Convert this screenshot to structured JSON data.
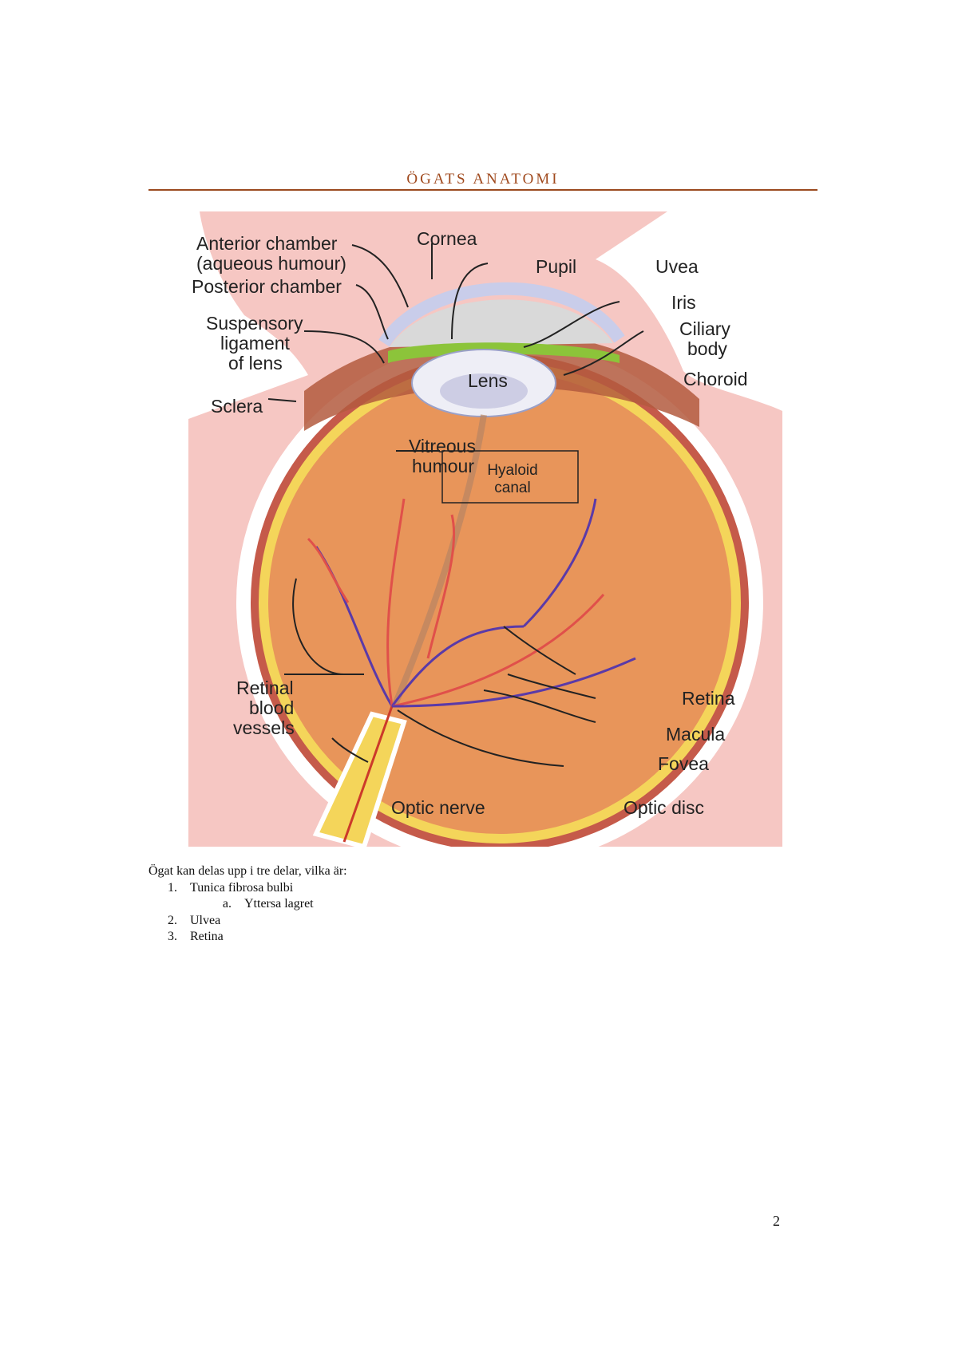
{
  "header": {
    "title": "ÖGATS ANATOMI"
  },
  "figure": {
    "labels": {
      "anterior_chamber_1": "Anterior chamber",
      "anterior_chamber_2": "(aqueous humour)",
      "posterior_chamber": "Posterior chamber",
      "suspensory_1": "Suspensory",
      "suspensory_2": "ligament",
      "suspensory_3": "of lens",
      "sclera": "Sclera",
      "cornea": "Cornea",
      "pupil": "Pupil",
      "uvea": "Uvea",
      "iris": "Iris",
      "ciliary_1": "Ciliary",
      "ciliary_2": "body",
      "choroid": "Choroid",
      "lens": "Lens",
      "vitreous_1": "Vitreous",
      "vitreous_2": "humour",
      "hyaloid_1": "Hyaloid",
      "hyaloid_2": "canal",
      "retinal_1": "Retinal",
      "retinal_2": "blood",
      "retinal_3": "vessels",
      "retina": "Retina",
      "macula": "Macula",
      "fovea": "Fovea",
      "optic_nerve": "Optic nerve",
      "optic_disc": "Optic disc"
    }
  },
  "body": {
    "intro": "Ögat kan delas upp i tre delar, vilka är:",
    "items": [
      {
        "num": "1.",
        "text": "Tunica fibrosa bulbi"
      },
      {
        "num": "a.",
        "text": "Yttersa lagret"
      },
      {
        "num": "2.",
        "text": "Ulvea"
      },
      {
        "num": "3.",
        "text": "Retina"
      }
    ]
  },
  "page_number": "2",
  "colors": {
    "accent": "#a04a1e",
    "background": "#f6c7c3",
    "eyeball": "#e8955a",
    "retina": "#f4d55a",
    "iris": "#8cc43a",
    "cornea": "#c9cdea"
  }
}
